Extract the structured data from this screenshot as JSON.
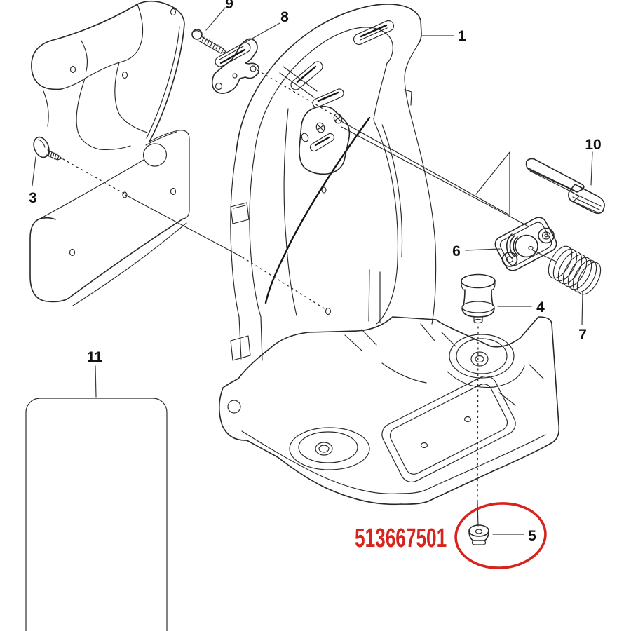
{
  "figure": {
    "type": "exploded-parts-diagram",
    "background": "#ffffff",
    "line_color": "#272727",
    "highlight_color": "#d8231d",
    "highlighted_part_number": "513667501",
    "callouts": {
      "c1": "1",
      "c3": "3",
      "c4": "4",
      "c5": "5",
      "c6": "6",
      "c7": "7",
      "c8": "8",
      "c9": "9",
      "c10": "10",
      "c11": "11"
    }
  }
}
